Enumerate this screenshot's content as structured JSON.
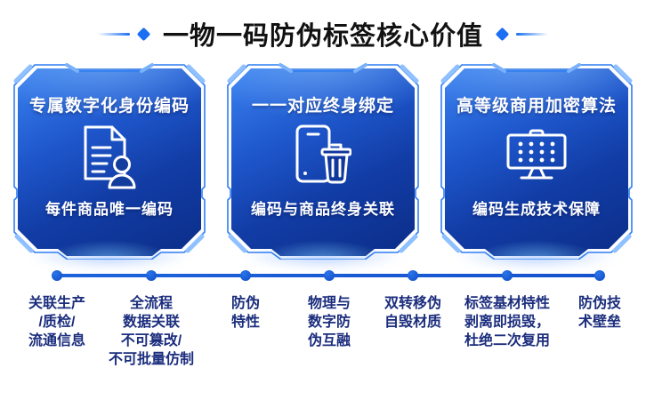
{
  "title": {
    "text": "一物一码防伪标签核心价值"
  },
  "colors": {
    "accent": "#1a6ff2",
    "frame_wire": "#2f7df2",
    "frame_accent": "#8fc0ff",
    "panel_gradient_top": "#3b82f0",
    "panel_gradient_bottom": "#0b2d88",
    "timeline": "#1553cd",
    "footnote_text": "#1b2d7d",
    "title_text": "#111111",
    "card_text": "#ffffff"
  },
  "cards": [
    {
      "heading": "专属数字化身份编码",
      "icon": "document-user-icon",
      "caption": "每件商品唯一编码"
    },
    {
      "heading": "一一对应终身绑定",
      "icon": "phone-product-icon",
      "caption": "编码与商品终身关联"
    },
    {
      "heading": "高等级商用加密算法",
      "icon": "encryption-board-icon",
      "caption": "编码生成技术保障"
    }
  ],
  "timeline": {
    "point_count": 7
  },
  "footnotes": [
    {
      "text": "关联生产\n/质检/\n流通信息"
    },
    {
      "text": "全流程\n数据关联\n不可篡改/\n不可批量仿制"
    },
    {
      "text": "防伪\n特性"
    },
    {
      "text": "物理与\n数字防\n伪互融"
    },
    {
      "text": "双转移伪\n自毁材质"
    },
    {
      "text": "标签基材特性\n剥离即损毁，\n杜绝二次复用"
    },
    {
      "text": "防伪技\n术壁垒"
    }
  ]
}
